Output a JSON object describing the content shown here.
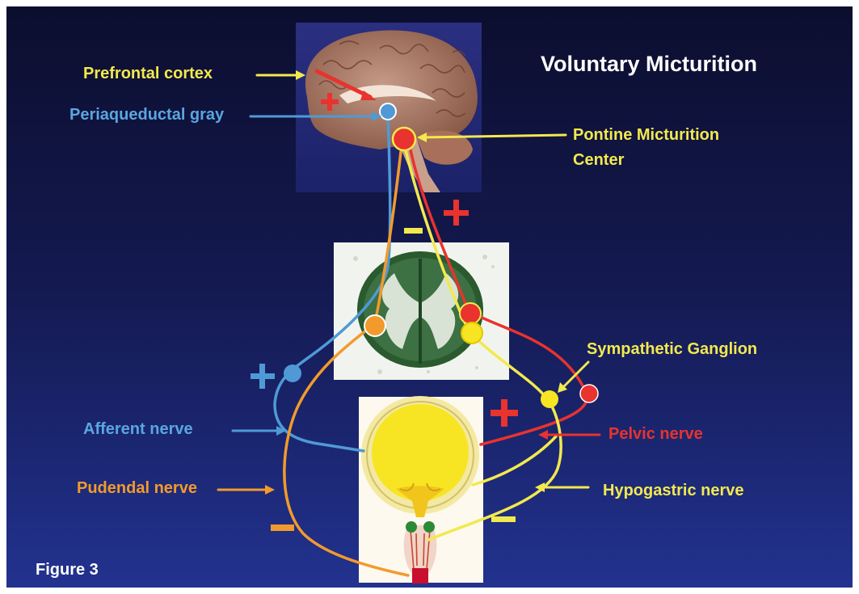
{
  "title": "Voluntary Micturition",
  "figure_label": "Figure 3",
  "labels": {
    "prefrontal_cortex": "Prefrontal cortex",
    "periaqueductal_gray": "Periaqueductal gray",
    "pmc_line1": "Pontine Micturition",
    "pmc_line2": "Center",
    "sympathetic_ganglion": "Sympathetic Ganglion",
    "afferent_nerve": "Afferent nerve",
    "pelvic_nerve": "Pelvic nerve",
    "pudendal_nerve": "Pudendal nerve",
    "hypogastric_nerve": "Hypogastric nerve"
  },
  "colors": {
    "background_top": "#0c0e2e",
    "background_bottom": "#1f2f8a",
    "yellow": "#f2e94e",
    "blue": "#5aa6e0",
    "red": "#e8332e",
    "orange": "#f39a2c"
  }
}
